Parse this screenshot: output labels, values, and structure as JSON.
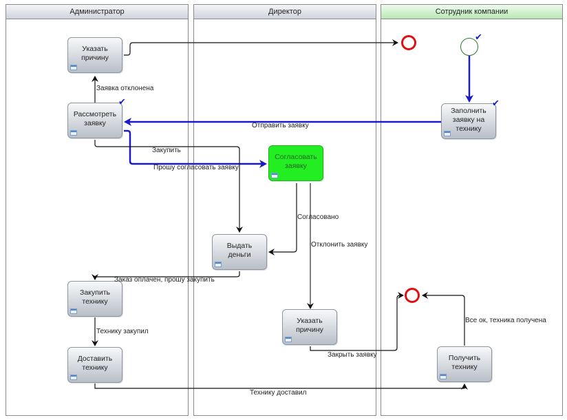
{
  "lanes": [
    {
      "title": "Администратор"
    },
    {
      "title": "Директор"
    },
    {
      "title": "Сотрудник компании"
    }
  ],
  "tasks": {
    "admin_reason": {
      "label": "Указать\nпричину"
    },
    "admin_review": {
      "label": "Рассмотреть\nзаявку"
    },
    "admin_buy": {
      "label": "Закупить\nтехнику"
    },
    "admin_deliver": {
      "label": "Доставить\nтехнику"
    },
    "director_approve": {
      "label": "Согласовать\nзаявку"
    },
    "director_money": {
      "label": "Выдать\nденьги"
    },
    "director_reason": {
      "label": "Указать\nпричину"
    },
    "employee_fill": {
      "label": "Заполнить\nзаявку на\nтехнику"
    },
    "employee_receive": {
      "label": "Получить\nтехнику"
    }
  },
  "edges": {
    "rejected": "Заявка отклонена",
    "send_request": "Отправить заявку",
    "purchase": "Закупить",
    "ask_approve": "Прошу согласовать заявку",
    "approved": "Согласовано",
    "reject_request": "Отклонить заявку",
    "paid_buy": "Заказ оплачен, прошу закупить",
    "bought": "Технику закупил",
    "close_request": "Закрыть заявку",
    "all_ok": "Все ок, техника получена",
    "delivered": "Технику доставил"
  },
  "colors": {
    "flow_blue": "#1a1acc",
    "flow_black": "#111111",
    "end_event": "#e01010",
    "active_task": "#22ee22"
  }
}
